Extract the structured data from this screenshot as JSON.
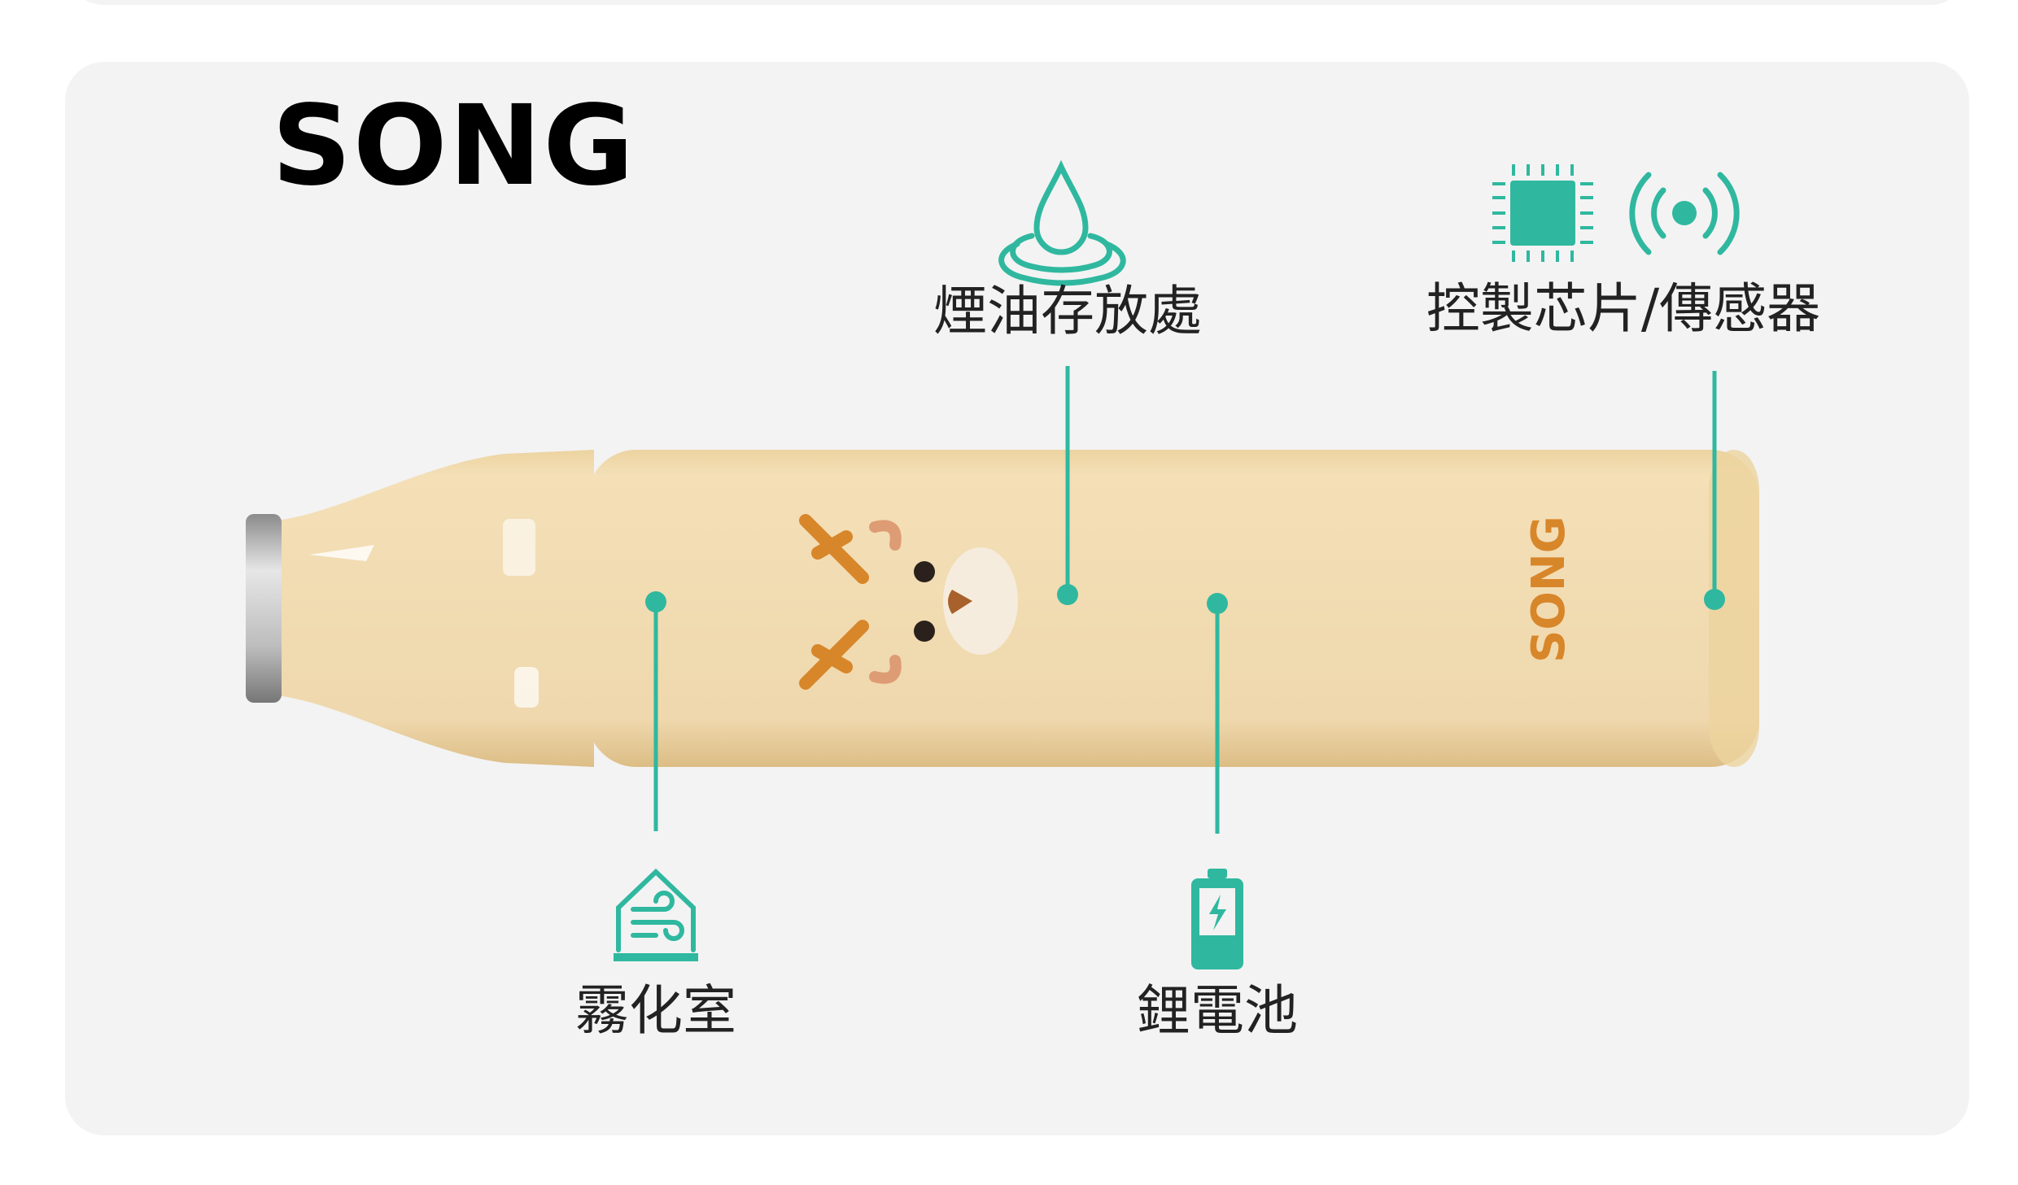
{
  "brand": "SONG",
  "device_logo": "SONG",
  "colors": {
    "accent": "#2fb89f",
    "body": "#f2dcb0",
    "logo": "#d8862a",
    "card": "#f3f3f3"
  },
  "components": [
    {
      "id": "tank",
      "label": "煙油存放處",
      "icon": "oil-drop-icon"
    },
    {
      "id": "chip",
      "label": "控製芯片/傳感器",
      "icon": "chip-sensor-icon"
    },
    {
      "id": "atomizer",
      "label": "霧化室",
      "icon": "atomizer-house-icon"
    },
    {
      "id": "battery",
      "label": "鋰電池",
      "icon": "battery-icon"
    }
  ]
}
